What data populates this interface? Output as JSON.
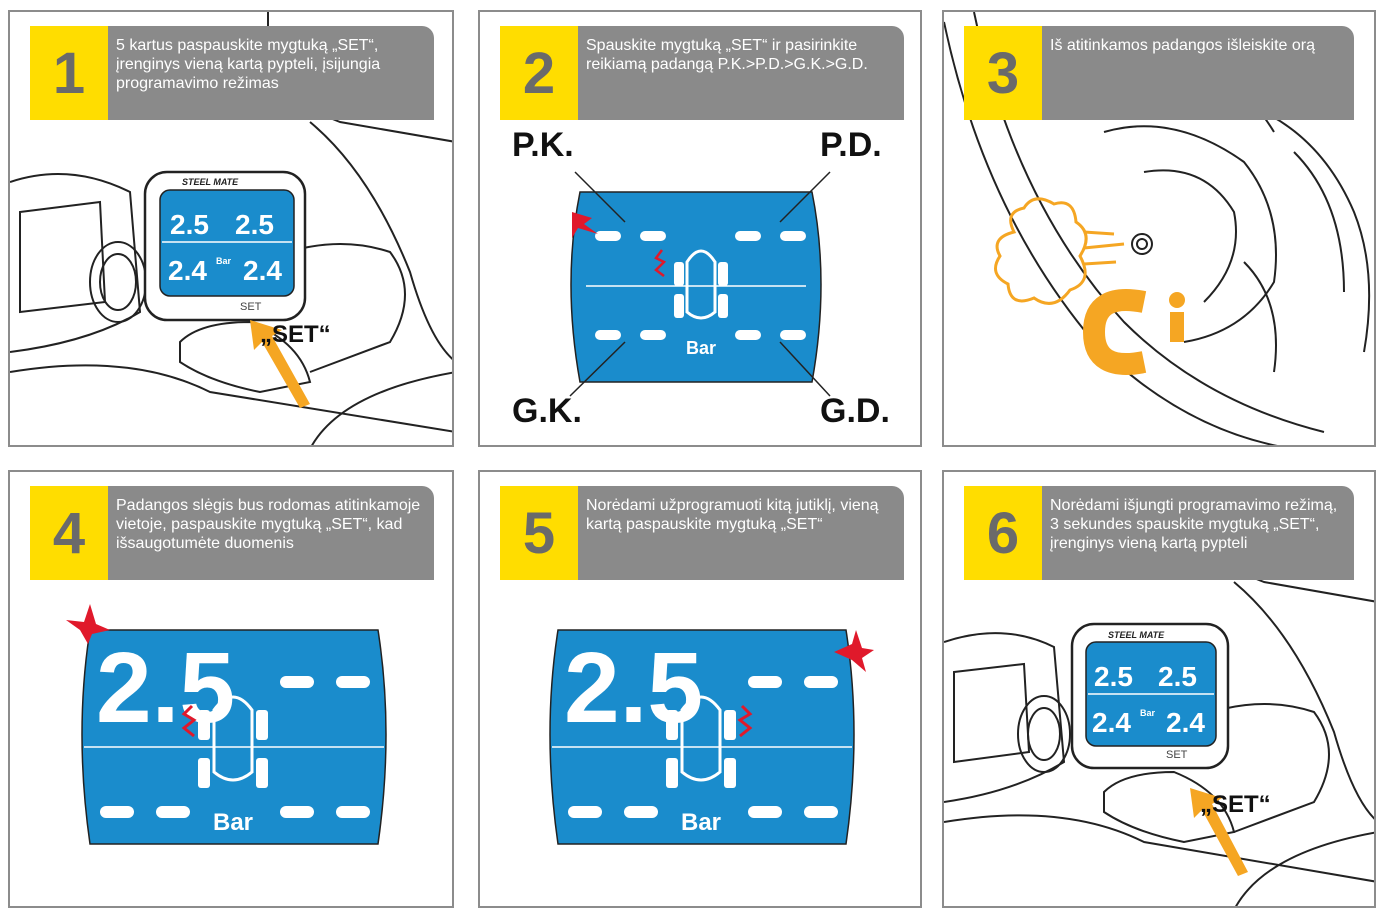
{
  "steps": [
    {
      "num": "1",
      "text": "5 kartus paspauskite mygtuką „SET“, įrenginys vieną kartą pypteli, įsijungia programavimo režimas",
      "button_label": "„SET“",
      "device_brand": "STEEL MATE",
      "device_set": "SET",
      "lcd_values": [
        "2.5",
        "2.5",
        "2.4",
        "2.4"
      ],
      "unit": "Bar"
    },
    {
      "num": "2",
      "text": "Spauskite mygtuką „SET“ ir pasirinkite reikiamą padangą P.K.>P.D.>G.K.>G.D.",
      "labels": {
        "pk": "P.K.",
        "pd": "P.D.",
        "gk": "G.K.",
        "gd": "G.D."
      },
      "unit": "Bar"
    },
    {
      "num": "3",
      "text": "Iš atitinkamos padangos išleiskite orą"
    },
    {
      "num": "4",
      "text": "Padangos slėgis bus rodomas atitinkamoje vietoje, paspauskite mygtuką „SET“, kad išsaugotumėte duomenis",
      "lcd_value": "2.5",
      "unit": "Bar"
    },
    {
      "num": "5",
      "text": "Norėdami užprogramuoti kitą jutiklį, vieną kartą paspauskite mygtuką „SET“",
      "lcd_value": "2.5",
      "unit": "Bar"
    },
    {
      "num": "6",
      "text": "Norėdami išjungti programavimo režimą, 3 sekundes spauskite mygtuką „SET“, įrenginys vieną kartą pypteli",
      "button_label": "„SET“",
      "device_brand": "STEEL MATE",
      "device_set": "SET",
      "lcd_values": [
        "2.5",
        "2.5",
        "2.4",
        "2.4"
      ],
      "unit": "Bar"
    }
  ],
  "colors": {
    "accent_yellow": "#ffdd00",
    "header_gray": "#8a8a8a",
    "lcd_blue": "#1a8ccc",
    "arrow_orange": "#f5a623",
    "alert_red": "#e0192b"
  }
}
